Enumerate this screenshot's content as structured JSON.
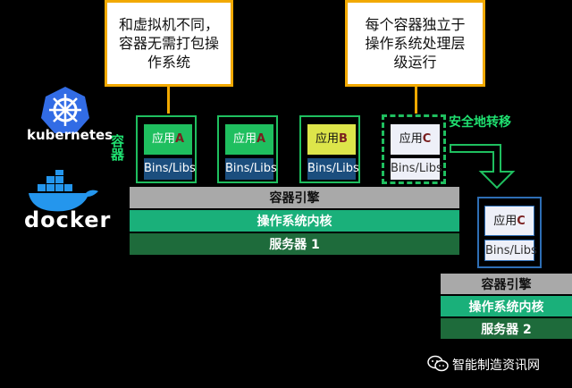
{
  "callouts": {
    "left": "和虚拟机不同，\n容器无需打包操\n作系统",
    "right": "每个容器独立于\n操作系统处理层\n级运行"
  },
  "logos": {
    "kubernetes": "kubernetes",
    "docker": "docker"
  },
  "side_label": "容器",
  "containers": [
    {
      "app_prefix": "应用",
      "app_letter": "A",
      "libs": "Bins/Libs"
    },
    {
      "app_prefix": "应用",
      "app_letter": "A",
      "libs": "Bins/Libs"
    },
    {
      "app_prefix": "应用",
      "app_letter": "B",
      "libs": "Bins/Libs"
    },
    {
      "app_prefix": "应用",
      "app_letter": "C",
      "libs": "Bins/Libs"
    }
  ],
  "migrate_label": "安全地转移",
  "migrated_container": {
    "app_prefix": "应用",
    "app_letter": "C",
    "libs": "Bins/Libs"
  },
  "server1": {
    "engine": "容器引擎",
    "os": "操作系统内核",
    "server": "服务器 1"
  },
  "server2": {
    "engine": "容器引擎",
    "os": "操作系统内核",
    "server": "服务器 2"
  },
  "watermark": "智能制造资讯网",
  "colors": {
    "callout_border": "#f2a900",
    "container_border": "#1fbf5f",
    "libs": "#1b4e7e",
    "engine": "#a9a9a9",
    "os": "#1ab07a",
    "server": "#1e6b3b"
  }
}
